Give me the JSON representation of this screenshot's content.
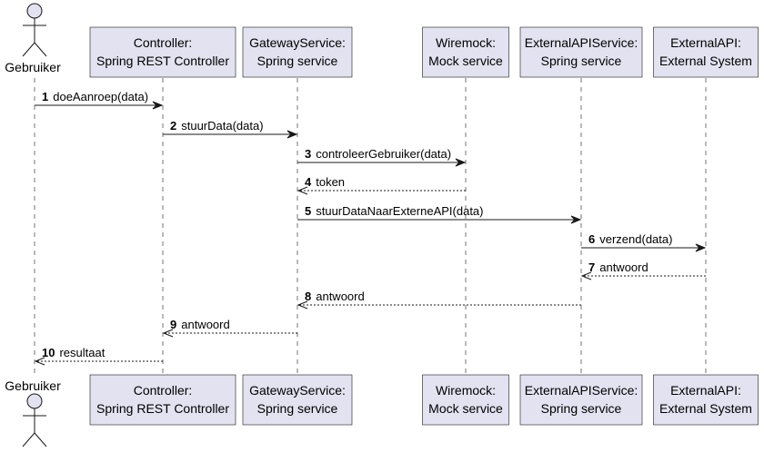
{
  "actor": {
    "name": "Gebruiker"
  },
  "participants": [
    {
      "id": "controller",
      "line1": "Controller:",
      "line2": "Spring REST Controller"
    },
    {
      "id": "gateway",
      "line1": "GatewayService:",
      "line2": "Spring service"
    },
    {
      "id": "wiremock",
      "line1": "Wiremock:",
      "line2": "Mock service"
    },
    {
      "id": "externalapiservice",
      "line1": "ExternalAPIService:",
      "line2": "Spring service"
    },
    {
      "id": "externalapi",
      "line1": "ExternalAPI:",
      "line2": "External System"
    }
  ],
  "messages": [
    {
      "num": "1",
      "label": "doeAanroep(data)",
      "from": "actor",
      "to": "controller",
      "kind": "sync"
    },
    {
      "num": "2",
      "label": "stuurData(data)",
      "from": "controller",
      "to": "gateway",
      "kind": "sync"
    },
    {
      "num": "3",
      "label": "controleerGebruiker(data)",
      "from": "gateway",
      "to": "wiremock",
      "kind": "sync"
    },
    {
      "num": "4",
      "label": "token",
      "from": "wiremock",
      "to": "gateway",
      "kind": "reply"
    },
    {
      "num": "5",
      "label": "stuurDataNaarExterneAPI(data)",
      "from": "gateway",
      "to": "externalapiservice",
      "kind": "sync"
    },
    {
      "num": "6",
      "label": "verzend(data)",
      "from": "externalapiservice",
      "to": "externalapi",
      "kind": "sync"
    },
    {
      "num": "7",
      "label": "antwoord",
      "from": "externalapi",
      "to": "externalapiservice",
      "kind": "reply"
    },
    {
      "num": "8",
      "label": "antwoord",
      "from": "externalapiservice",
      "to": "gateway",
      "kind": "reply"
    },
    {
      "num": "9",
      "label": "antwoord",
      "from": "gateway",
      "to": "controller",
      "kind": "reply"
    },
    {
      "num": "10",
      "label": "resultaat",
      "from": "controller",
      "to": "actor",
      "kind": "reply"
    }
  ],
  "colors": {
    "participant_fill": "#E2E2F0",
    "stroke": "#181818",
    "text": "#000000"
  }
}
